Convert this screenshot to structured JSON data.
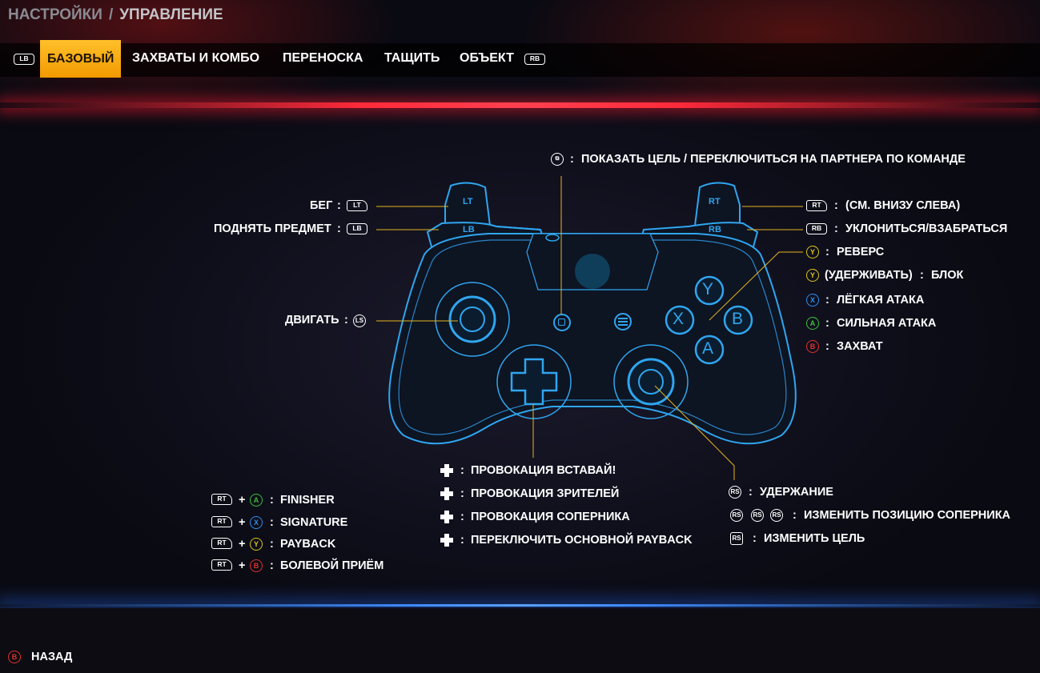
{
  "breadcrumb": {
    "root": "НАСТРОЙКИ",
    "separator": "/",
    "current": "УПРАВЛЕНИЕ"
  },
  "tabs": {
    "prev_button": "LB",
    "next_button": "RB",
    "items": [
      {
        "label": "БАЗОВЫЙ",
        "active": true
      },
      {
        "label": "ЗАХВАТЫ И КОМБО",
        "active": false
      },
      {
        "label": "ПЕРЕНОСКА",
        "active": false
      },
      {
        "label": "ТАЩИТЬ",
        "active": false
      },
      {
        "label": "ОБЪЕКТ",
        "active": false
      }
    ]
  },
  "controller": {
    "lt": "LT",
    "rt": "RT",
    "lb": "LB",
    "rb": "RB",
    "y": "Y",
    "x": "X",
    "b": "B",
    "a": "A"
  },
  "labels": {
    "view": "ПОКАЗАТЬ ЦЕЛЬ / ПЕРЕКЛЮЧИТЬСЯ НА ПАРТНЕРА ПО КОМАНДЕ",
    "run": "БЕГ",
    "pickup": "ПОДНЯТЬ ПРЕДМЕТ",
    "move": "ДВИГАТЬ",
    "rt_action": "(СМ. ВНИЗУ СЛЕВА)",
    "rb_action": "УКЛОНИТЬСЯ/ВЗАБРАТЬСЯ",
    "reverse": "РЕВЕРС",
    "hold": "(УДЕРЖИВАТЬ)",
    "block": "БЛОК",
    "light_attack": "ЛЁГКАЯ АТАКА",
    "strong_attack": "СИЛЬНАЯ АТАКА",
    "grapple": "ЗАХВАТ",
    "colon": ":",
    "plus": "+",
    "ls": "LS",
    "rs": "RS",
    "dpad": [
      "ПРОВОКАЦИЯ ВСТАВАЙ!",
      "ПРОВОКАЦИЯ ЗРИТЕЛЕЙ",
      "ПРОВОКАЦИЯ СОПЕРНИКА",
      "ПЕРЕКЛЮЧИТЬ ОСНОВНОЙ PAYBACK"
    ],
    "rs_actions": [
      "УДЕРЖАНИЕ",
      "ИЗМЕНИТЬ ПОЗИЦИЮ СОПЕРНИКА",
      "ИЗМЕНИТЬ ЦЕЛЬ"
    ],
    "combos": [
      {
        "button": "A",
        "action": "FINISHER"
      },
      {
        "button": "X",
        "action": "SIGNATURE"
      },
      {
        "button": "Y",
        "action": "PAYBACK"
      },
      {
        "button": "B",
        "action": "БОЛЕВОЙ ПРИЁМ"
      }
    ]
  },
  "footer": {
    "back_button": "B",
    "back_label": "НАЗАД"
  },
  "colors": {
    "accent": "#f5a500",
    "controller": "#2fa6f0",
    "top_glow": "#ff2a3a",
    "bottom_glow": "#3f8cff",
    "y": "#d8c51c",
    "x": "#2c8ff0",
    "a": "#3cbf3a",
    "b": "#e0322b"
  }
}
